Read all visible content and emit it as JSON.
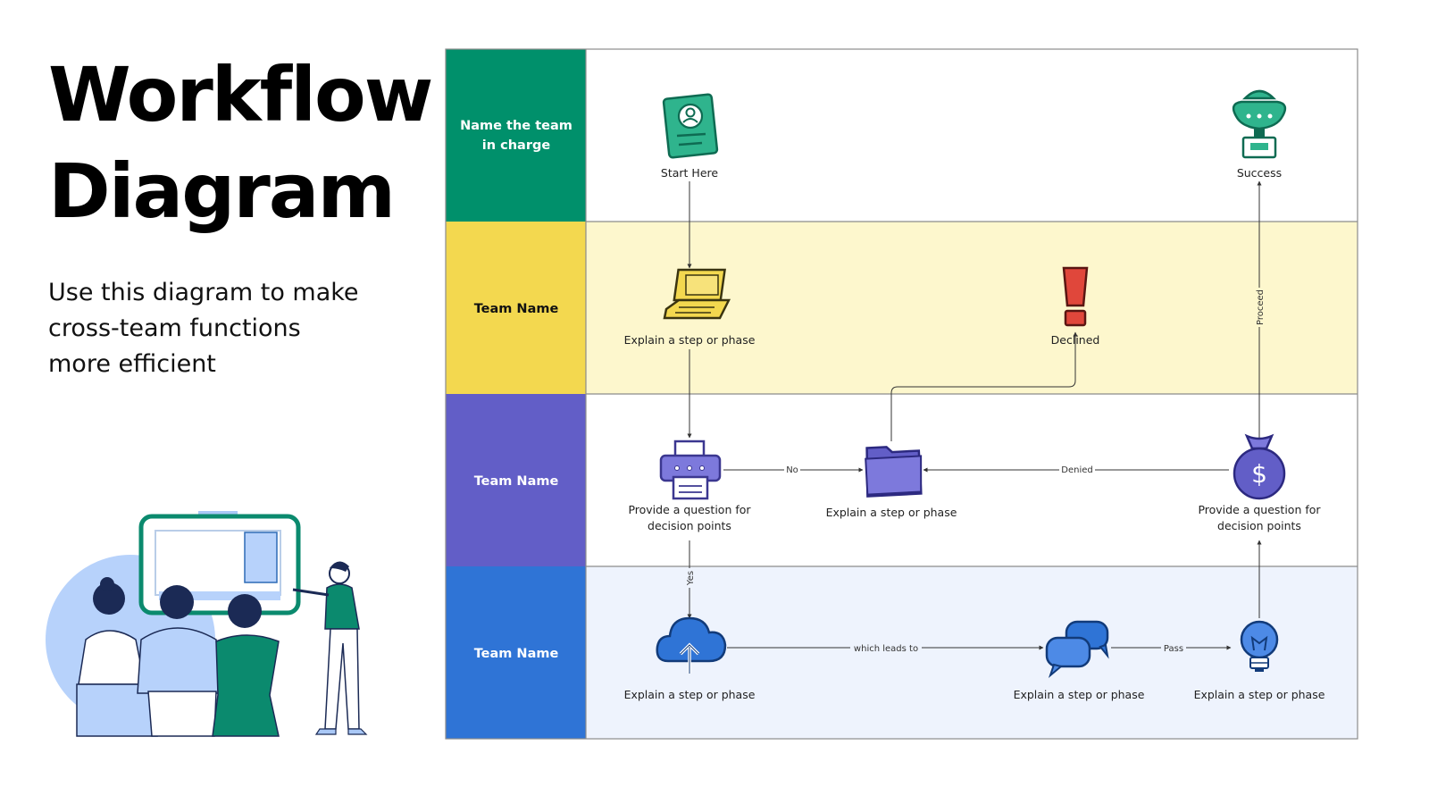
{
  "title_line1": "Workflow",
  "title_line2": "Diagram",
  "subtitle_lines": [
    "Use this diagram to make",
    "cross-team functions",
    "more efficient"
  ],
  "colors": {
    "lane1": "#00906b",
    "lane2": "#f3d84f",
    "lane3": "#625ec7",
    "lane4": "#2f74d6",
    "lane2_bg": "#fdf7cd",
    "lane4_bg": "#eef3fd",
    "declined_red": "#e0473b"
  },
  "lanes": [
    {
      "label_line1": "Name the team",
      "label_line2": "in charge"
    },
    {
      "label_line1": "Team Name"
    },
    {
      "label_line1": "Team Name"
    },
    {
      "label_line1": "Team Name"
    }
  ],
  "nodes": {
    "start": {
      "icon": "id-card-icon",
      "label": "Start Here"
    },
    "success": {
      "icon": "trophy-icon",
      "label": "Success"
    },
    "laptop": {
      "icon": "laptop-icon",
      "label": "Explain a step or phase"
    },
    "declined": {
      "icon": "exclamation-icon",
      "label": "Declined"
    },
    "printer": {
      "icon": "printer-icon",
      "label_line1": "Provide a question for",
      "label_line2": "decision points"
    },
    "folder": {
      "icon": "folder-icon",
      "label": "Explain a step or phase"
    },
    "moneybag": {
      "icon": "money-bag-icon",
      "label_line1": "Provide a question for",
      "label_line2": "decision points"
    },
    "cloud": {
      "icon": "cloud-upload-icon",
      "label": "Explain a step or phase"
    },
    "chat": {
      "icon": "chat-bubbles-icon",
      "label": "Explain a step or phase"
    },
    "bulb": {
      "icon": "lightbulb-icon",
      "label": "Explain a step or phase"
    }
  },
  "edges": {
    "no": "No",
    "denied": "Denied",
    "yes": "Yes",
    "which_leads_to": "which leads to",
    "pass": "Pass",
    "proceed": "Proceed"
  }
}
